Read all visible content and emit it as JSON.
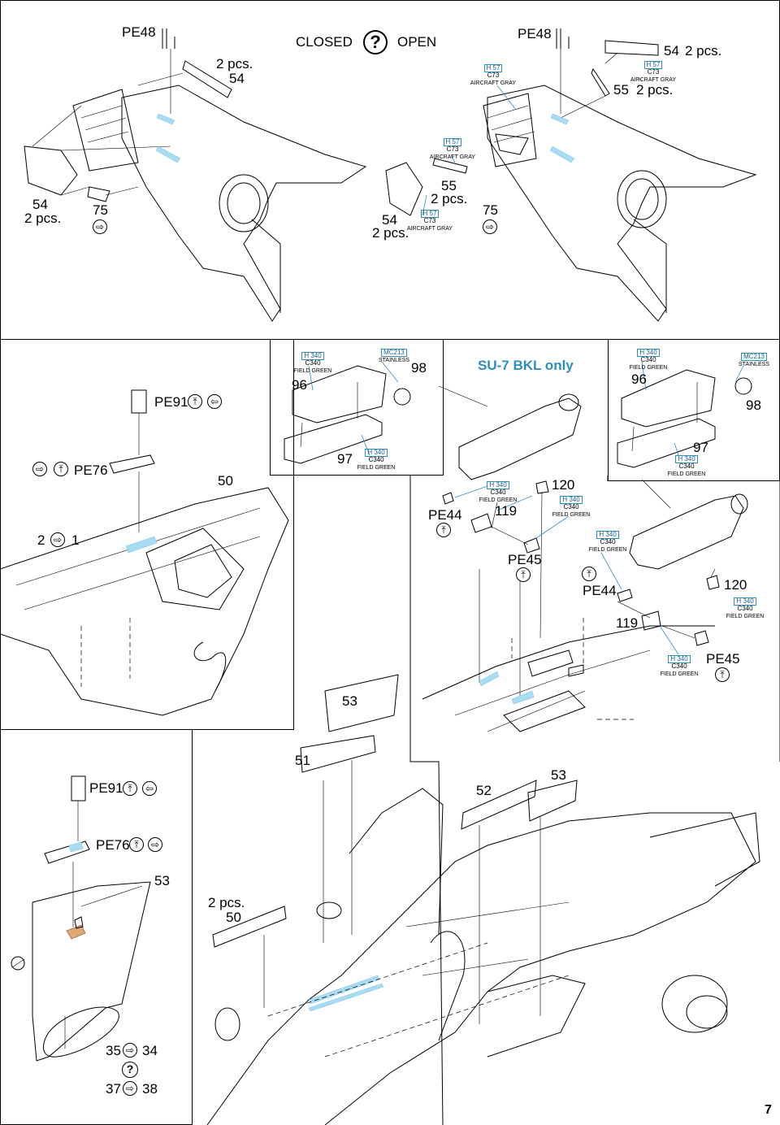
{
  "page": {
    "number": "7"
  },
  "panel_top": {
    "left": {
      "pe_part": "PE48",
      "qty_a": "2 pcs.",
      "part_a": "54",
      "part_b": "54",
      "qty_b": "2 pcs.",
      "part_c": "75"
    },
    "choice": {
      "closed": "CLOSED",
      "open": "OPEN",
      "icon": "question-icon"
    },
    "right": {
      "pe_part": "PE48",
      "part_a": "54",
      "qty_a": "2 pcs.",
      "part_b": "55",
      "qty_b": "2 pcs.",
      "part_c": "55",
      "qty_c": "2 pcs.",
      "part_d": "54",
      "qty_d": "2 pcs.",
      "part_e": "75"
    }
  },
  "paints": {
    "gray": {
      "h": "H 57",
      "c": "C73",
      "name": "AIRCRAFT GRAY"
    },
    "green": {
      "h": "H 340",
      "c": "C340",
      "name": "FIELD GREEN"
    },
    "steel": {
      "h": "MC213",
      "name": "STAINLESS"
    }
  },
  "panel_mid": {
    "left": {
      "pe91": "PE91",
      "pe76": "PE76",
      "part_50": "50",
      "num_2": "2",
      "num_1": "1"
    },
    "inset_left": {
      "p96": "96",
      "p98": "98",
      "p97": "97"
    },
    "center": {
      "variant_title": "SU-7 BKL only",
      "p120": "120",
      "p119": "119",
      "pe44": "PE44",
      "pe45": "PE45"
    },
    "inset_right": {
      "p96": "96",
      "p98": "98",
      "p97": "97"
    },
    "right": {
      "p120": "120",
      "p119": "119",
      "pe44": "PE44",
      "pe45": "PE45"
    }
  },
  "panel_bottom": {
    "parts": {
      "p53a": "53",
      "p51": "51",
      "p52": "52",
      "p53b": "53",
      "qty_50": "2 pcs.",
      "p50": "50"
    },
    "left": {
      "pe91": "PE91",
      "pe76": "PE76",
      "p53": "53",
      "p35": "35",
      "p34": "34",
      "p37": "37",
      "p38": "38"
    }
  },
  "colors": {
    "accent_blue": "#a7dcf3",
    "paint_box": "#2c8fc0",
    "variant_blue": "#2c8fc0",
    "part_brown": "#e0a877"
  }
}
